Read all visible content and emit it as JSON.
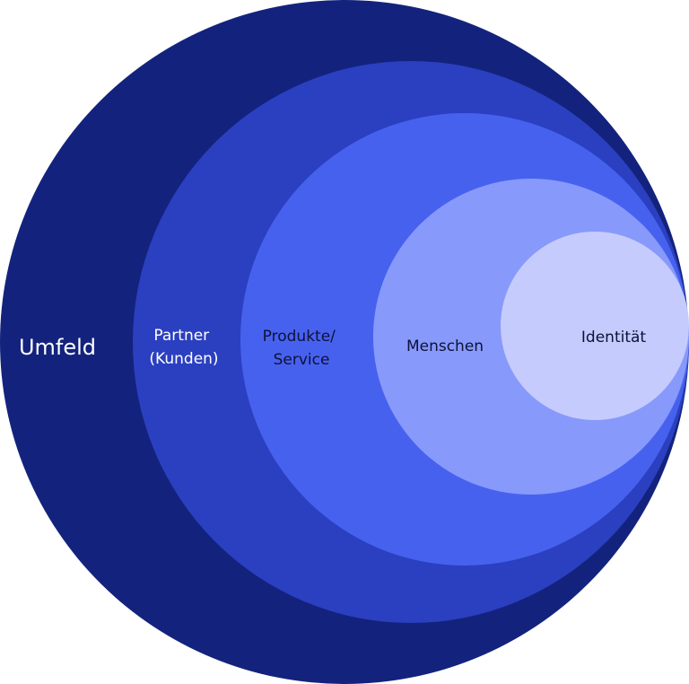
{
  "diagram": {
    "layers": [
      {
        "id": "umfeld",
        "lines": [
          "Umfeld"
        ],
        "fill": "#13237d",
        "text_color": "#ffffff"
      },
      {
        "id": "partner",
        "lines": [
          "Partner",
          "(Kunden)"
        ],
        "fill": "#2b40c0",
        "text_color": "#ffffff"
      },
      {
        "id": "produkte",
        "lines": [
          "Produkte/",
          "Service"
        ],
        "fill": "#4761ef",
        "text_color": "#0d1238"
      },
      {
        "id": "menschen",
        "lines": [
          "Menschen"
        ],
        "fill": "#8799fb",
        "text_color": "#0d1238"
      },
      {
        "id": "identitaet",
        "lines": [
          "Identität"
        ],
        "fill": "#c5cbfc",
        "text_color": "#0d1238"
      }
    ]
  }
}
